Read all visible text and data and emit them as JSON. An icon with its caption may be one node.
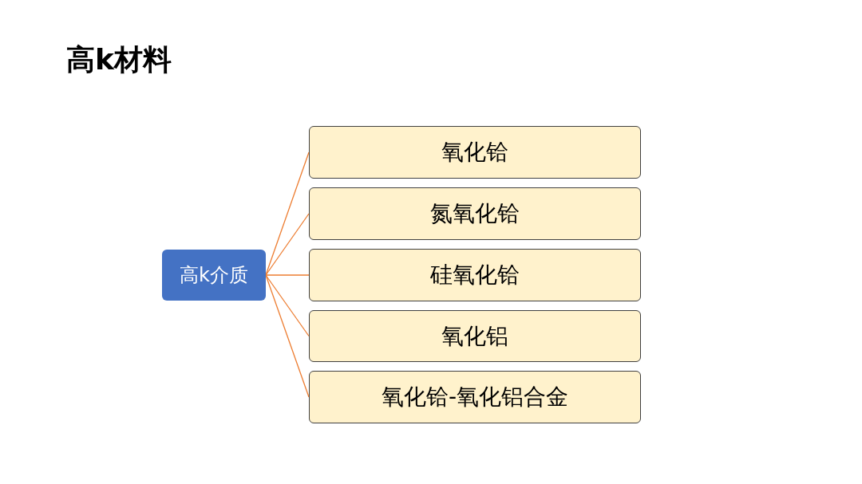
{
  "diagram": {
    "title": "高k材料",
    "nodes": [
      {
        "text": [
          "高k介质"
        ]
      },
      {
        "text": [
          "氧化铪"
        ]
      },
      {
        "text": [
          "氮氧化铪"
        ]
      },
      {
        "text": [
          "硅氧化铪"
        ]
      },
      {
        "text": [
          "氧化铝"
        ]
      },
      {
        "text": [
          "氧化铪-氧化铝合金"
        ]
      }
    ],
    "edges": [
      {
        "from": 0,
        "to": 1,
        "arrow": "none"
      },
      {
        "from": 0,
        "to": 2,
        "arrow": "none"
      },
      {
        "from": 0,
        "to": 3,
        "arrow": "none"
      },
      {
        "from": 0,
        "to": 4,
        "arrow": "none"
      },
      {
        "from": 0,
        "to": 5,
        "arrow": "none"
      }
    ]
  }
}
